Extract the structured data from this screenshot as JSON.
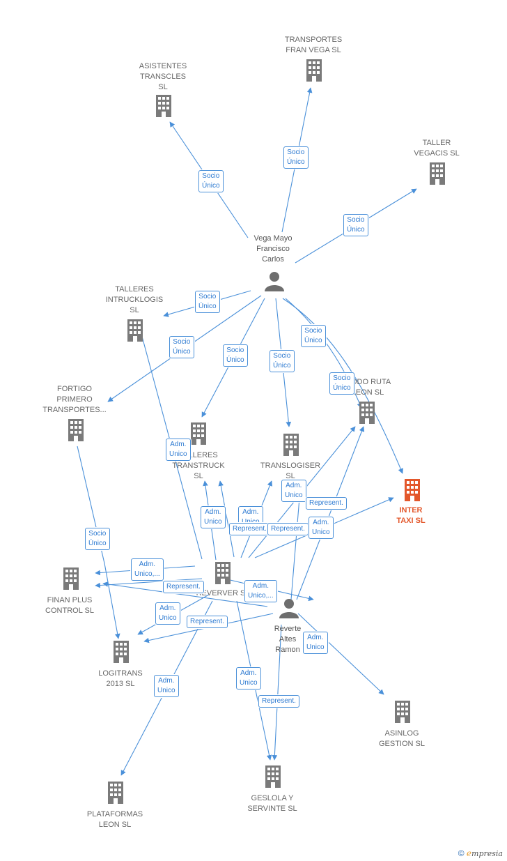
{
  "colors": {
    "edge": "#4a90d9",
    "company": "#7a7a7a",
    "highlight": "#e3572b",
    "person": "#6e6e6e"
  },
  "nodes": [
    {
      "id": "asistentes",
      "label": "ASISTENTES\nTRANSCLES\nSL",
      "type": "company"
    },
    {
      "id": "fran_vega",
      "label": "TRANSPORTES\nFRAN VEGA SL",
      "type": "company"
    },
    {
      "id": "vegacis",
      "label": "TALLER\nVEGACIS  SL",
      "type": "company"
    },
    {
      "id": "vega_mayo",
      "label": "Vega Mayo\nFrancisco\nCarlos",
      "type": "person"
    },
    {
      "id": "intrucklogis",
      "label": "TALLERES\nINTRUCKLOGIS\nSL",
      "type": "company"
    },
    {
      "id": "fortigo",
      "label": "FORTIGO\nPRIMERO\nTRANSPORTES...",
      "type": "company"
    },
    {
      "id": "talleres_transtruck",
      "label": "TALLERES\nTRANSTRUCK\nSL",
      "type": "company"
    },
    {
      "id": "translogiser",
      "label": "TRANSLOGISER\nSL",
      "type": "company"
    },
    {
      "id": "modo_ruta",
      "label": "MODO RUTA\nLEON  SL",
      "type": "company"
    },
    {
      "id": "inter_taxi",
      "label": "INTER\nTAXI  SL",
      "type": "highlight"
    },
    {
      "id": "finan_plus",
      "label": "FINAN PLUS\nCONTROL  SL",
      "type": "company"
    },
    {
      "id": "reverver",
      "label": "REVERVER  SL",
      "type": "company"
    },
    {
      "id": "reverte",
      "label": "Reverte\nAltes\nRamon",
      "type": "person"
    },
    {
      "id": "logitrans",
      "label": "LOGITRANS\n2013  SL",
      "type": "company"
    },
    {
      "id": "asinlog",
      "label": "ASINLOG\nGESTION  SL",
      "type": "company"
    },
    {
      "id": "plataformas",
      "label": "PLATAFORMAS\nLEON  SL",
      "type": "company"
    },
    {
      "id": "geslola",
      "label": "GESLOLA Y\nSERVINTE SL",
      "type": "company"
    }
  ],
  "edge_labels": [
    {
      "id": "e1",
      "text": "Socio\nÚnico"
    },
    {
      "id": "e2",
      "text": "Socio\nÚnico"
    },
    {
      "id": "e3",
      "text": "Socio\nÚnico"
    },
    {
      "id": "e4",
      "text": "Socio\nÚnico"
    },
    {
      "id": "e5",
      "text": "Socio\nÚnico"
    },
    {
      "id": "e6",
      "text": "Socio\nÚnico"
    },
    {
      "id": "e7",
      "text": "Socio\nÚnico"
    },
    {
      "id": "e8",
      "text": "Socio\nÚnico"
    },
    {
      "id": "e9",
      "text": "Socio\nÚnico"
    },
    {
      "id": "e10",
      "text": "Socio\nÚnico"
    },
    {
      "id": "e11",
      "text": "Adm.\nUnico"
    },
    {
      "id": "e12",
      "text": "Adm.\nUnico"
    },
    {
      "id": "e13",
      "text": "Adm.\nUnico"
    },
    {
      "id": "e14",
      "text": "Adm.\nUnico"
    },
    {
      "id": "e15",
      "text": "Represent."
    },
    {
      "id": "e16",
      "text": "Represent."
    },
    {
      "id": "e17",
      "text": "Represent."
    },
    {
      "id": "e18",
      "text": "Adm.\nUnico"
    },
    {
      "id": "e19",
      "text": "Adm.\nUnico,..."
    },
    {
      "id": "e20",
      "text": "Represent."
    },
    {
      "id": "e21",
      "text": "Adm.\nUnico,..."
    },
    {
      "id": "e22",
      "text": "Adm.\nUnico"
    },
    {
      "id": "e23",
      "text": "Represent."
    },
    {
      "id": "e24",
      "text": "Adm.\nUnico"
    },
    {
      "id": "e25",
      "text": "Adm.\nUnico"
    },
    {
      "id": "e26",
      "text": "Socio\nÚnico"
    },
    {
      "id": "e27",
      "text": "Adm.\nUnico"
    },
    {
      "id": "e28",
      "text": "Represent."
    }
  ],
  "watermark": {
    "symbol": "©",
    "brand_initial": "e",
    "brand_rest": "mpresia"
  }
}
